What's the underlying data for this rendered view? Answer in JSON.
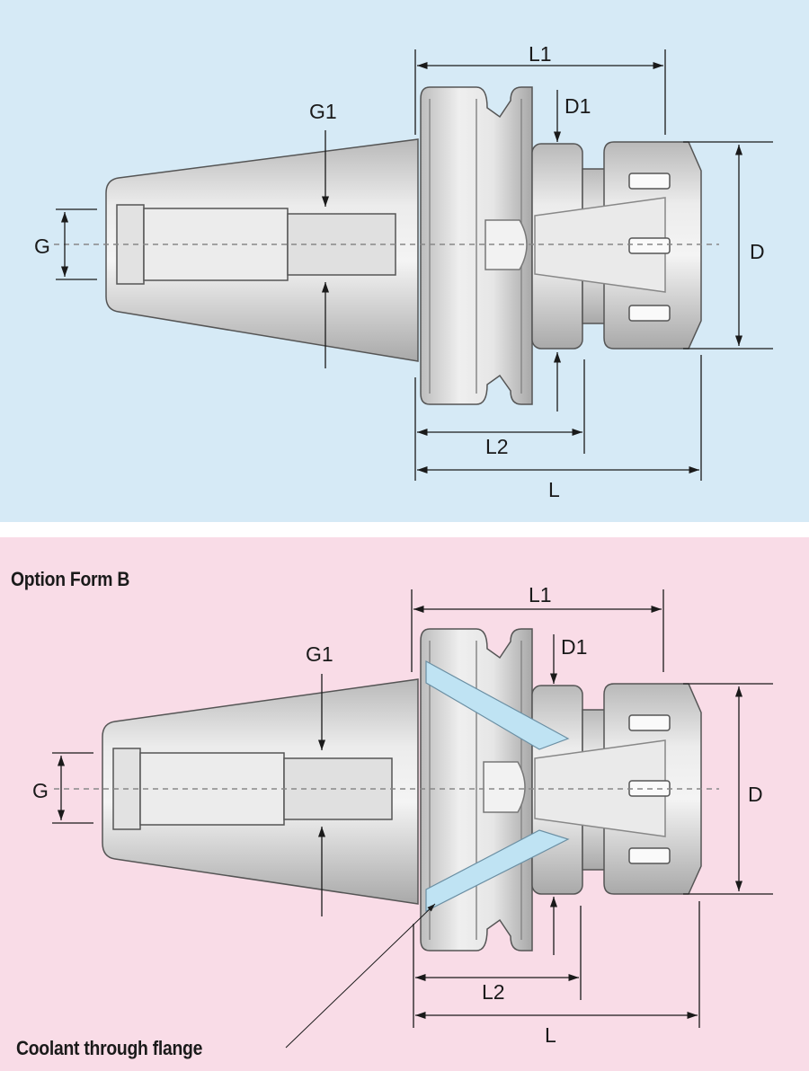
{
  "labels": {
    "l1": "L1",
    "d1": "D1",
    "g1": "G1",
    "g": "G",
    "d": "D",
    "l2": "L2",
    "l": "L"
  },
  "captions": {
    "form_b": "Option Form B",
    "coolant": "Coolant through flange"
  },
  "colors": {
    "top_background": "#d6eaf6",
    "bottom_background": "#f9dce7",
    "coolant_channel": "#bfe3f3",
    "body_fill": "#d9d9d9",
    "outline": "#555555"
  }
}
